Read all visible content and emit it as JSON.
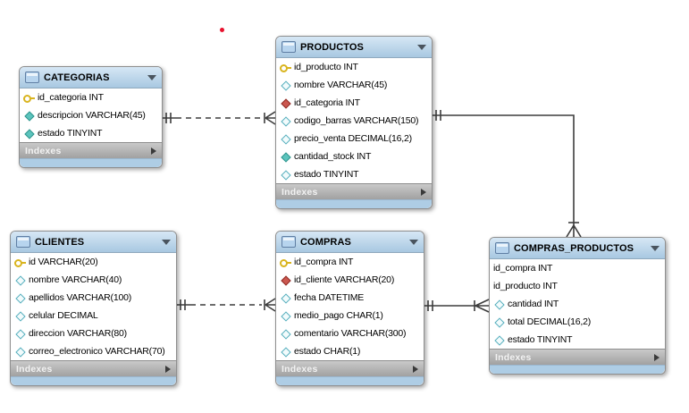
{
  "diagram": {
    "annotation_dot_color": "#e8112d",
    "colors": {
      "header_bg": "#b9d3e8",
      "footer_bg": "#b1b1b1",
      "bottom_strip_bg": "#aecde5",
      "relationship_line": "#3d3d3d",
      "key_icon": "#d9b41e",
      "fk_diamond": "#cb574f",
      "filled_diamond": "#5cc4bd",
      "open_diamond_border": "#55aebc"
    },
    "tables": [
      {
        "title": "CATEGORIAS",
        "footer_label": "Indexes",
        "columns": [
          {
            "icon": "key-icon",
            "label": "id_categoria INT"
          },
          {
            "icon": "filled-diamond-icon",
            "label": "descripcion VARCHAR(45)"
          },
          {
            "icon": "filled-diamond-icon",
            "label": "estado TINYINT"
          }
        ]
      },
      {
        "title": "PRODUCTOS",
        "footer_label": "Indexes",
        "columns": [
          {
            "icon": "key-icon",
            "label": "id_producto INT"
          },
          {
            "icon": "open-diamond-icon",
            "label": "nombre VARCHAR(45)"
          },
          {
            "icon": "fk-diamond-icon",
            "label": "id_categoria INT"
          },
          {
            "icon": "open-diamond-icon",
            "label": "codigo_barras VARCHAR(150)"
          },
          {
            "icon": "open-diamond-icon",
            "label": "precio_venta DECIMAL(16,2)"
          },
          {
            "icon": "filled-diamond-icon",
            "label": "cantidad_stock INT"
          },
          {
            "icon": "open-diamond-icon",
            "label": "estado TINYINT"
          }
        ]
      },
      {
        "title": "CLIENTES",
        "footer_label": "Indexes",
        "columns": [
          {
            "icon": "key-icon",
            "label": "id VARCHAR(20)"
          },
          {
            "icon": "open-diamond-icon",
            "label": "nombre VARCHAR(40)"
          },
          {
            "icon": "open-diamond-icon",
            "label": "apellidos VARCHAR(100)"
          },
          {
            "icon": "open-diamond-icon",
            "label": "celular DECIMAL"
          },
          {
            "icon": "open-diamond-icon",
            "label": "direccion VARCHAR(80)"
          },
          {
            "icon": "open-diamond-icon",
            "label": "correo_electronico VARCHAR(70)"
          }
        ]
      },
      {
        "title": "COMPRAS",
        "footer_label": "Indexes",
        "columns": [
          {
            "icon": "key-icon",
            "label": "id_compra INT"
          },
          {
            "icon": "fk-diamond-icon",
            "label": "id_cliente VARCHAR(20)"
          },
          {
            "icon": "open-diamond-icon",
            "label": "fecha DATETIME"
          },
          {
            "icon": "open-diamond-icon",
            "label": "medio_pago CHAR(1)"
          },
          {
            "icon": "open-diamond-icon",
            "label": "comentario VARCHAR(300)"
          },
          {
            "icon": "open-diamond-icon",
            "label": "estado CHAR(1)"
          }
        ]
      },
      {
        "title": "COMPRAS_PRODUCTOS",
        "footer_label": "Indexes",
        "columns": [
          {
            "icon": "none",
            "label": "id_compra INT"
          },
          {
            "icon": "none",
            "label": "id_producto INT"
          },
          {
            "icon": "open-diamond-icon",
            "label": "cantidad INT"
          },
          {
            "icon": "open-diamond-icon",
            "label": "total DECIMAL(16,2)"
          },
          {
            "icon": "open-diamond-icon",
            "label": "estado TINYINT"
          }
        ]
      }
    ],
    "relationships": [
      {
        "from": "CATEGORIAS",
        "to": "PRODUCTOS",
        "line_style": "dashed",
        "from_cardinality": "one-and-only-one",
        "to_cardinality": "one-or-many"
      },
      {
        "from": "CLIENTES",
        "to": "COMPRAS",
        "line_style": "dashed",
        "from_cardinality": "one-and-only-one",
        "to_cardinality": "one-or-many"
      },
      {
        "from": "COMPRAS",
        "to": "COMPRAS_PRODUCTOS",
        "line_style": "solid",
        "from_cardinality": "one-and-only-one",
        "to_cardinality": "one-or-many"
      },
      {
        "from": "PRODUCTOS",
        "to": "COMPRAS_PRODUCTOS",
        "line_style": "solid",
        "from_cardinality": "one-and-only-one",
        "to_cardinality": "one-or-many"
      }
    ]
  }
}
